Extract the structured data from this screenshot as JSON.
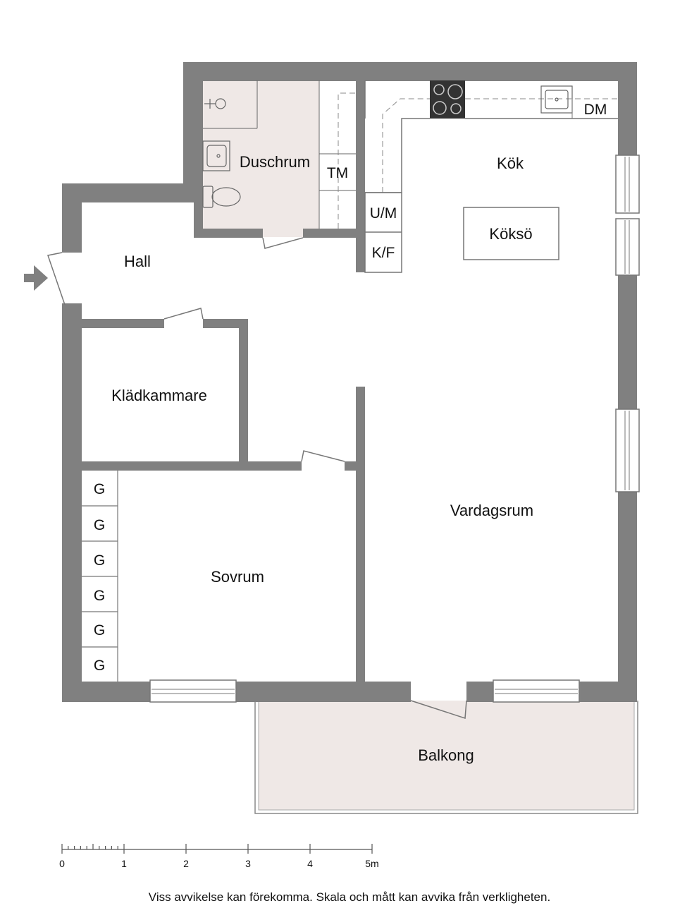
{
  "rooms": {
    "duschrum": "Duschrum",
    "kok": "Kök",
    "hall": "Hall",
    "koksoe": "Köksö",
    "kladkammare": "Klädkammare",
    "vardagsrum": "Vardagsrum",
    "sovrum": "Sovrum",
    "balkong": "Balkong"
  },
  "fixtures": {
    "tm": "TM",
    "um": "U/M",
    "kf": "K/F",
    "dm": "DM",
    "wardrobes": [
      "G",
      "G",
      "G",
      "G",
      "G",
      "G"
    ]
  },
  "scale": {
    "ticks": [
      "0",
      "1",
      "2",
      "3",
      "4",
      "5m"
    ]
  },
  "disclaimer": "Viss avvikelse kan förekomma. Skala och mått kan avvika från verkligheten.",
  "colors": {
    "wall": "#808080",
    "wet_floor": "#efe8e6",
    "ink": "#111111"
  }
}
